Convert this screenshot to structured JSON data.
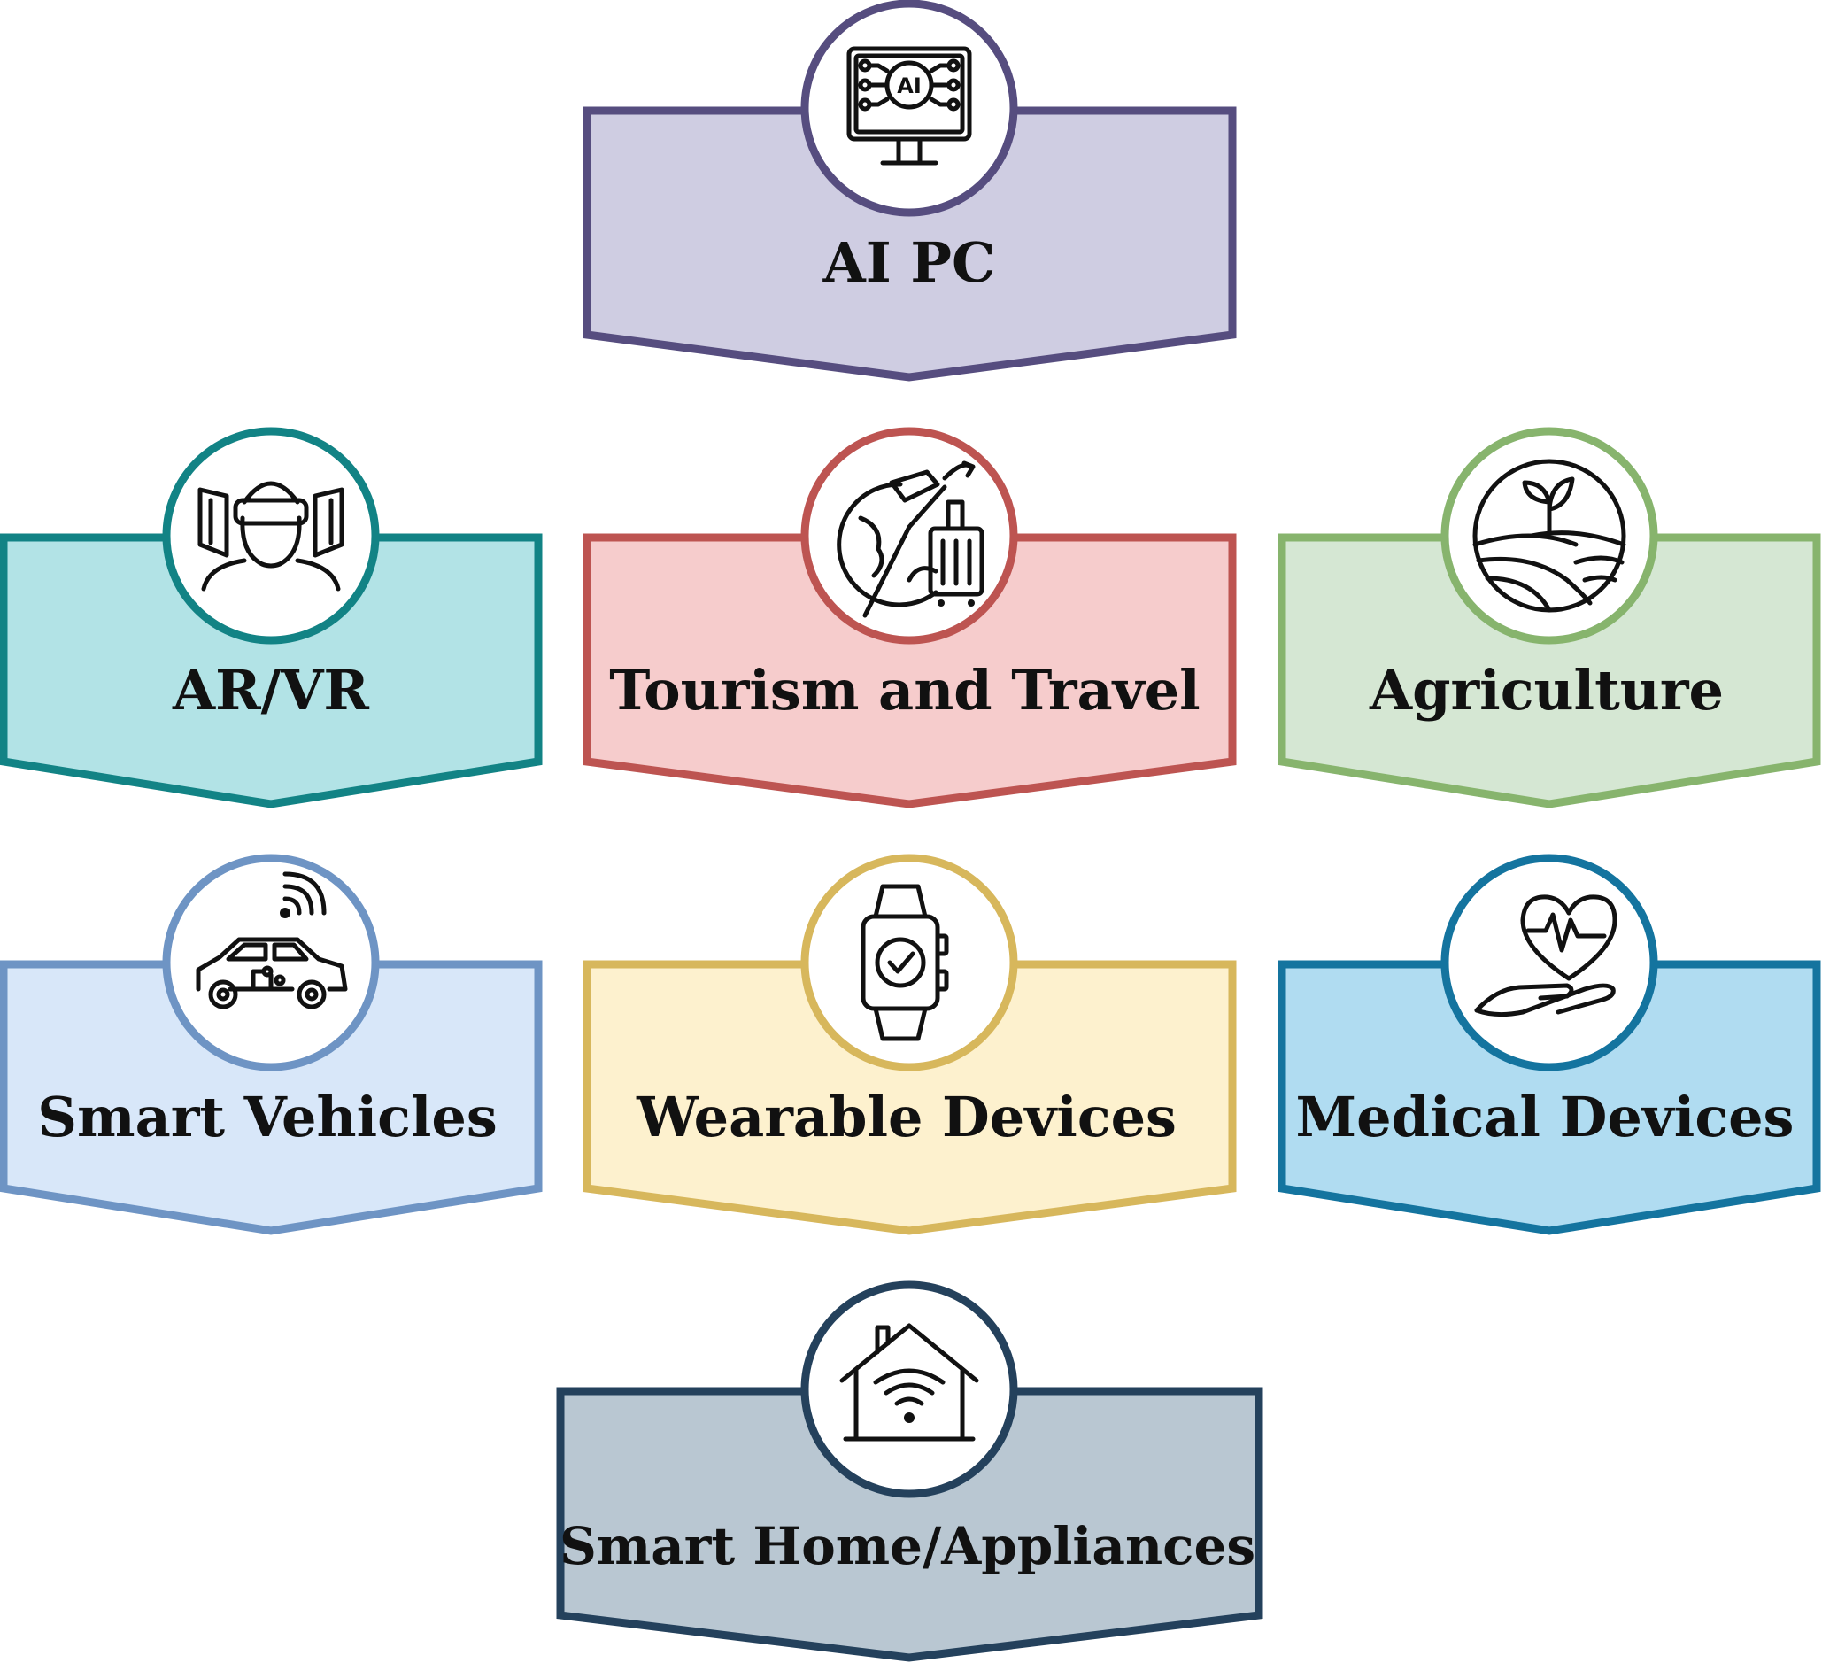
{
  "cards": [
    {
      "id": "ai-pc",
      "label": "AI PC",
      "icon": "ai-monitor-icon",
      "icon_text": "AI",
      "fill": "#cfcde2",
      "stroke": "#564d7f"
    },
    {
      "id": "ar-vr",
      "label": "AR/VR",
      "icon": "vr-headset-icon",
      "fill": "#b2e3e6",
      "stroke": "#128385"
    },
    {
      "id": "tourism-travel",
      "label": "Tourism and Travel",
      "icon": "travel-globe-icon",
      "fill": "#f6cccc",
      "stroke": "#bd5451"
    },
    {
      "id": "agriculture",
      "label": "Agriculture",
      "icon": "plant-field-icon",
      "fill": "#d5e7d3",
      "stroke": "#87b46d"
    },
    {
      "id": "smart-vehicles",
      "label": "Smart Vehicles",
      "icon": "connected-car-icon",
      "fill": "#d8e7f9",
      "stroke": "#6e94c4"
    },
    {
      "id": "wearable-devices",
      "label": "Wearable Devices",
      "icon": "smartwatch-icon",
      "fill": "#fdf1ce",
      "stroke": "#d7b75c"
    },
    {
      "id": "medical-devices",
      "label": "Medical Devices",
      "icon": "heart-hand-icon",
      "fill": "#b0dcf1",
      "stroke": "#14749f"
    },
    {
      "id": "smart-home",
      "label": "Smart Home/Appliances",
      "icon": "smart-home-icon",
      "fill": "#b9c7d2",
      "stroke": "#24415c"
    }
  ]
}
